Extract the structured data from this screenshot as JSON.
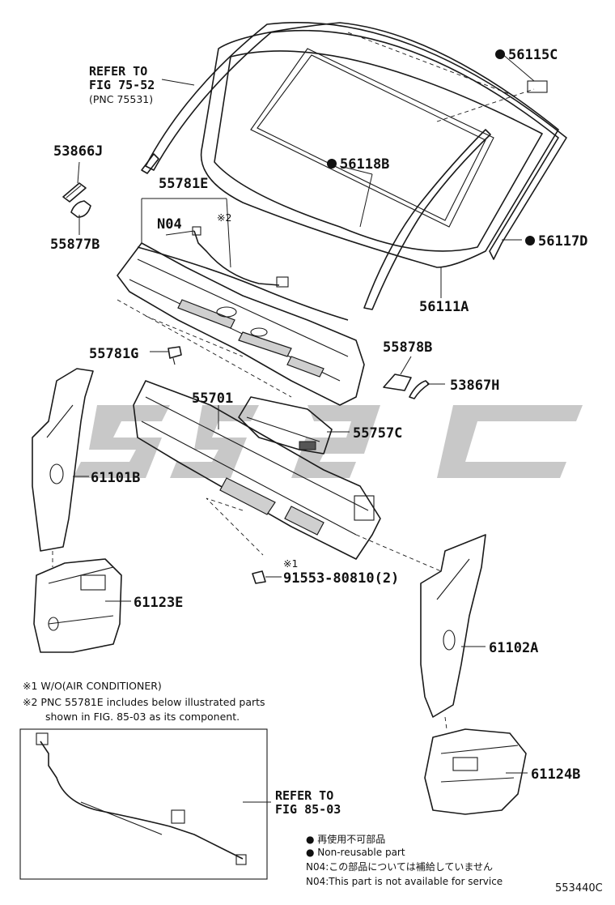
{
  "parts": {
    "p56115C": "56115C",
    "p56118B": "56118B",
    "p56117D": "56117D",
    "p56111A": "56111A",
    "p53866J": "53866J",
    "p55877B": "55877B",
    "p55781E": "55781E",
    "pN04": "N04",
    "pMark2": "※2",
    "p55781G": "55781G",
    "p55878B": "55878B",
    "p53867H": "53867H",
    "p55701": "55701",
    "p55757C": "55757C",
    "p61101B": "61101B",
    "p61123E": "61123E",
    "pMark1": "※1",
    "p91553": "91553-80810(2)",
    "p61102A": "61102A",
    "p61124B": "61124B"
  },
  "refer_top": {
    "line1": "REFER TO",
    "line2": "FIG 75-52",
    "line3": "(PNC 75531)"
  },
  "refer_bottom": {
    "line1": "REFER TO",
    "line2": "FIG 85-03"
  },
  "notes": {
    "note1": "※1 W/O(AIR CONDITIONER)",
    "note2a": "※2 PNC 55781E includes below illustrated parts",
    "note2b": "shown in FIG. 85-03 as its component."
  },
  "legend": {
    "jp1": "● 再使用不可部品",
    "en1": "● Non-reusable part",
    "jp2": "N04:この部品については補給していません",
    "en2": "N04:This part is not available for service"
  },
  "figure_id": "553440C",
  "colors": {
    "line": "#1a1a1a",
    "watermark": "#9a9a9a",
    "shade": "#cfcfcf"
  }
}
